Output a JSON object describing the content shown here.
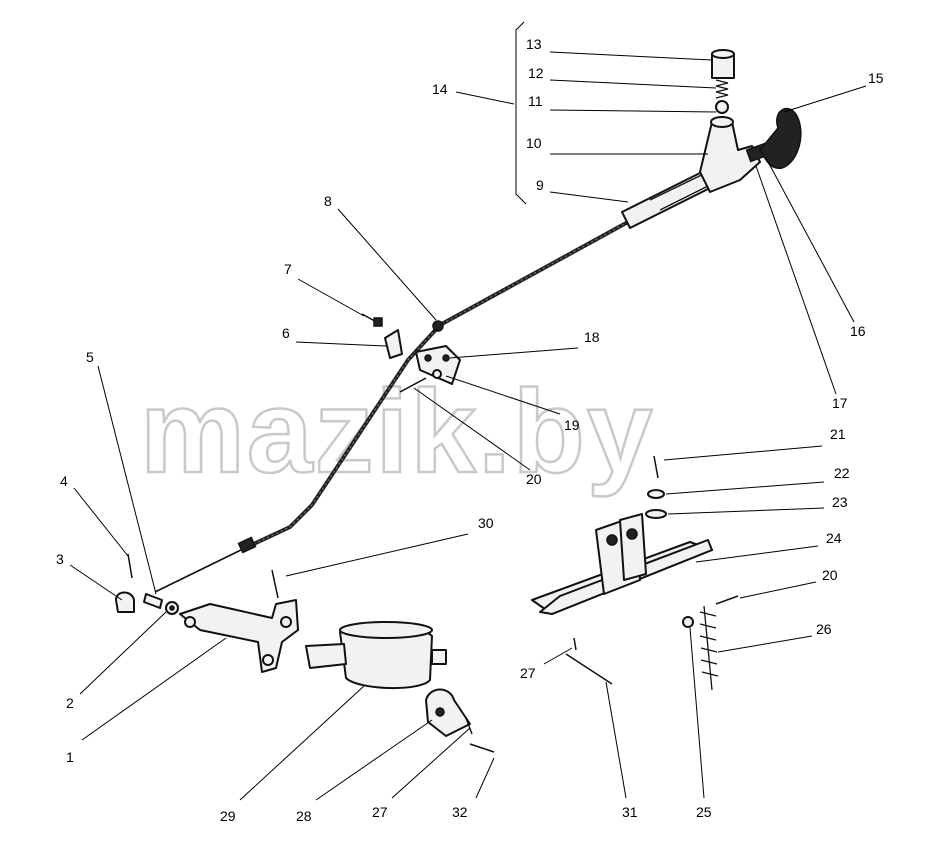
{
  "watermark": "mazik.by",
  "callouts": [
    {
      "id": "1",
      "label": "1"
    },
    {
      "id": "2",
      "label": "2"
    },
    {
      "id": "3",
      "label": "3"
    },
    {
      "id": "4",
      "label": "4"
    },
    {
      "id": "5",
      "label": "5"
    },
    {
      "id": "6",
      "label": "6"
    },
    {
      "id": "7",
      "label": "7"
    },
    {
      "id": "8",
      "label": "8"
    },
    {
      "id": "9",
      "label": "9"
    },
    {
      "id": "10",
      "label": "10"
    },
    {
      "id": "11",
      "label": "11"
    },
    {
      "id": "12",
      "label": "12"
    },
    {
      "id": "13",
      "label": "13"
    },
    {
      "id": "14",
      "label": "14"
    },
    {
      "id": "15",
      "label": "15"
    },
    {
      "id": "16",
      "label": "16"
    },
    {
      "id": "17",
      "label": "17"
    },
    {
      "id": "18",
      "label": "18"
    },
    {
      "id": "19",
      "label": "19"
    },
    {
      "id": "20a",
      "label": "20"
    },
    {
      "id": "20b",
      "label": "20"
    },
    {
      "id": "21",
      "label": "21"
    },
    {
      "id": "22",
      "label": "22"
    },
    {
      "id": "23",
      "label": "23"
    },
    {
      "id": "24",
      "label": "24"
    },
    {
      "id": "25",
      "label": "25"
    },
    {
      "id": "26",
      "label": "26"
    },
    {
      "id": "27a",
      "label": "27"
    },
    {
      "id": "27b",
      "label": "27"
    },
    {
      "id": "28",
      "label": "28"
    },
    {
      "id": "29",
      "label": "29"
    },
    {
      "id": "30",
      "label": "30"
    },
    {
      "id": "31",
      "label": "31"
    },
    {
      "id": "32",
      "label": "32"
    }
  ]
}
